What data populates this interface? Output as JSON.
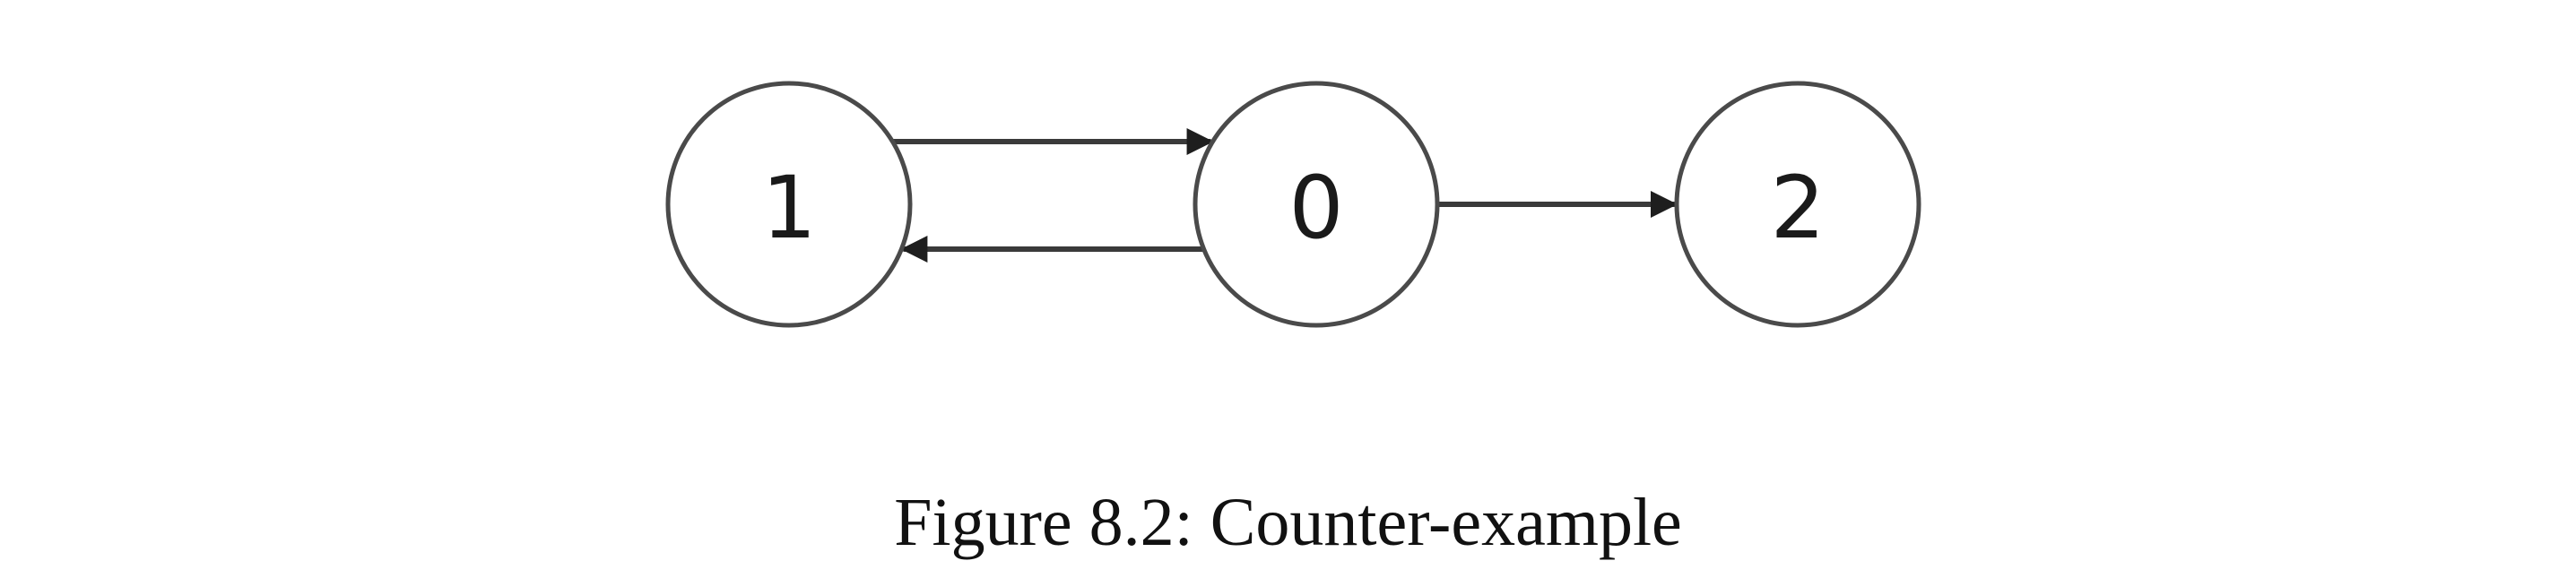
{
  "diagram": {
    "type": "directed-graph",
    "nodes": [
      {
        "id": "n1",
        "label": "1"
      },
      {
        "id": "n0",
        "label": "0"
      },
      {
        "id": "n2",
        "label": "2"
      }
    ],
    "edges": [
      {
        "from": "n1",
        "to": "n0"
      },
      {
        "from": "n0",
        "to": "n1"
      },
      {
        "from": "n0",
        "to": "n2"
      }
    ]
  },
  "caption": "Figure 8.2: Counter-example"
}
